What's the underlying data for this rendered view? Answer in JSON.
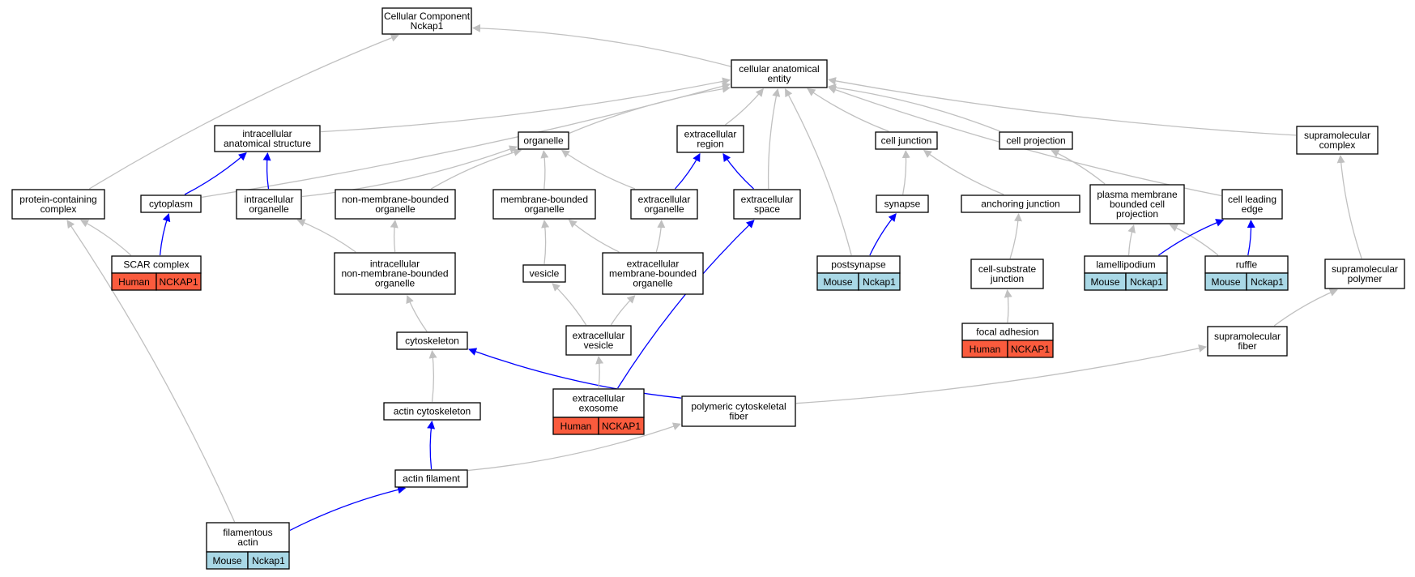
{
  "colors": {
    "gray_edge": "#c0c0c0",
    "blue_edge": "#0000ff",
    "human_tag": "#fa5b3d",
    "mouse_tag": "#a9d8e6"
  },
  "nodes": {
    "cc_root": [
      "Cellular Component",
      "Nckap1"
    ],
    "cae": [
      "cellular anatomical",
      "entity"
    ],
    "ias": [
      "intracellular",
      "anatomical structure"
    ],
    "organelle": [
      "organelle"
    ],
    "ext_region": [
      "extracellular",
      "region"
    ],
    "cell_junction": [
      "cell junction"
    ],
    "cell_projection": [
      "cell projection"
    ],
    "supramol_complex": [
      "supramolecular",
      "complex"
    ],
    "protein_complex": [
      "protein-containing",
      "complex"
    ],
    "cytoplasm": [
      "cytoplasm"
    ],
    "intra_organelle": [
      "intracellular",
      "organelle"
    ],
    "nonmem_organelle": [
      "non-membrane-bounded",
      "organelle"
    ],
    "mem_organelle": [
      "membrane-bounded",
      "organelle"
    ],
    "ext_organelle": [
      "extracellular",
      "organelle"
    ],
    "ext_space": [
      "extracellular",
      "space"
    ],
    "synapse": [
      "synapse"
    ],
    "anchoring_junction": [
      "anchoring junction"
    ],
    "pm_projection": [
      "plasma membrane",
      "bounded cell",
      "projection"
    ],
    "leading_edge": [
      "cell leading",
      "edge"
    ],
    "scar": [
      "SCAR complex"
    ],
    "intra_nonmem": [
      "intracellular",
      "non-membrane-bounded",
      "organelle"
    ],
    "vesicle": [
      "vesicle"
    ],
    "ext_mem_organelle": [
      "extracellular",
      "membrane-bounded",
      "organelle"
    ],
    "postsynapse": [
      "postsynapse"
    ],
    "cs_junction": [
      "cell-substrate",
      "junction"
    ],
    "lamellipodium": [
      "lamellipodium"
    ],
    "ruffle": [
      "ruffle"
    ],
    "supramol_polymer": [
      "supramolecular",
      "polymer"
    ],
    "cytoskeleton": [
      "cytoskeleton"
    ],
    "ext_vesicle": [
      "extracellular",
      "vesicle"
    ],
    "focal_adhesion": [
      "focal adhesion"
    ],
    "supramol_fiber": [
      "supramolecular",
      "fiber"
    ],
    "actin_cytoskeleton": [
      "actin cytoskeleton"
    ],
    "ext_exosome": [
      "extracellular",
      "exosome"
    ],
    "poly_fiber": [
      "polymeric cytoskeletal",
      "fiber"
    ],
    "actin_filament": [
      "actin filament"
    ],
    "filamentous_actin": [
      "filamentous",
      "actin"
    ]
  },
  "annotations": {
    "scar": [
      "Human",
      "NCKAP1"
    ],
    "postsynapse": [
      "Mouse",
      "Nckap1"
    ],
    "lamellipodium": [
      "Mouse",
      "Nckap1"
    ],
    "ruffle": [
      "Mouse",
      "Nckap1"
    ],
    "focal_adhesion": [
      "Human",
      "NCKAP1"
    ],
    "ext_exosome": [
      "Human",
      "NCKAP1"
    ],
    "filamentous_actin": [
      "Mouse",
      "Nckap1"
    ]
  },
  "edges": [
    [
      "cae",
      "cc_root",
      "gray"
    ],
    [
      "protein_complex",
      "cc_root",
      "gray"
    ],
    [
      "ias",
      "cae",
      "gray"
    ],
    [
      "organelle",
      "cae",
      "gray"
    ],
    [
      "ext_region",
      "cae",
      "gray"
    ],
    [
      "cell_junction",
      "cae",
      "gray"
    ],
    [
      "cell_projection",
      "cae",
      "gray"
    ],
    [
      "supramol_complex",
      "cae",
      "gray"
    ],
    [
      "cytoplasm",
      "cae",
      "gray"
    ],
    [
      "ext_space",
      "cae",
      "gray"
    ],
    [
      "postsynapse",
      "cae",
      "gray"
    ],
    [
      "leading_edge",
      "cae",
      "gray"
    ],
    [
      "cytoplasm",
      "ias",
      "blue"
    ],
    [
      "intra_organelle",
      "ias",
      "blue"
    ],
    [
      "intra_organelle",
      "organelle",
      "gray"
    ],
    [
      "nonmem_organelle",
      "organelle",
      "gray"
    ],
    [
      "mem_organelle",
      "organelle",
      "gray"
    ],
    [
      "ext_organelle",
      "organelle",
      "gray"
    ],
    [
      "ext_organelle",
      "ext_region",
      "blue"
    ],
    [
      "ext_space",
      "ext_region",
      "blue"
    ],
    [
      "synapse",
      "cell_junction",
      "gray"
    ],
    [
      "anchoring_junction",
      "cell_junction",
      "gray"
    ],
    [
      "pm_projection",
      "cell_projection",
      "gray"
    ],
    [
      "supramol_polymer",
      "supramol_complex",
      "gray"
    ],
    [
      "scar",
      "protein_complex",
      "gray"
    ],
    [
      "scar",
      "cytoplasm",
      "blue"
    ],
    [
      "intra_nonmem",
      "intra_organelle",
      "gray"
    ],
    [
      "intra_nonmem",
      "nonmem_organelle",
      "gray"
    ],
    [
      "vesicle",
      "mem_organelle",
      "gray"
    ],
    [
      "ext_mem_organelle",
      "mem_organelle",
      "gray"
    ],
    [
      "ext_mem_organelle",
      "ext_organelle",
      "gray"
    ],
    [
      "postsynapse",
      "synapse",
      "blue"
    ],
    [
      "cs_junction",
      "anchoring_junction",
      "gray"
    ],
    [
      "lamellipodium",
      "pm_projection",
      "gray"
    ],
    [
      "ruffle",
      "pm_projection",
      "gray"
    ],
    [
      "lamellipodium",
      "leading_edge",
      "blue"
    ],
    [
      "ruffle",
      "leading_edge",
      "blue"
    ],
    [
      "cytoskeleton",
      "intra_nonmem",
      "gray"
    ],
    [
      "ext_vesicle",
      "vesicle",
      "gray"
    ],
    [
      "ext_vesicle",
      "ext_mem_organelle",
      "gray"
    ],
    [
      "focal_adhesion",
      "cs_junction",
      "gray"
    ],
    [
      "supramol_fiber",
      "supramol_polymer",
      "gray"
    ],
    [
      "actin_cytoskeleton",
      "cytoskeleton",
      "gray"
    ],
    [
      "poly_fiber",
      "cytoskeleton",
      "blue"
    ],
    [
      "ext_exosome",
      "ext_vesicle",
      "gray"
    ],
    [
      "ext_exosome",
      "ext_space",
      "blue"
    ],
    [
      "poly_fiber",
      "supramol_fiber",
      "gray"
    ],
    [
      "actin_filament",
      "actin_cytoskeleton",
      "blue"
    ],
    [
      "actin_filament",
      "poly_fiber",
      "gray"
    ],
    [
      "filamentous_actin",
      "actin_filament",
      "blue"
    ],
    [
      "filamentous_actin",
      "protein_complex",
      "gray"
    ]
  ]
}
